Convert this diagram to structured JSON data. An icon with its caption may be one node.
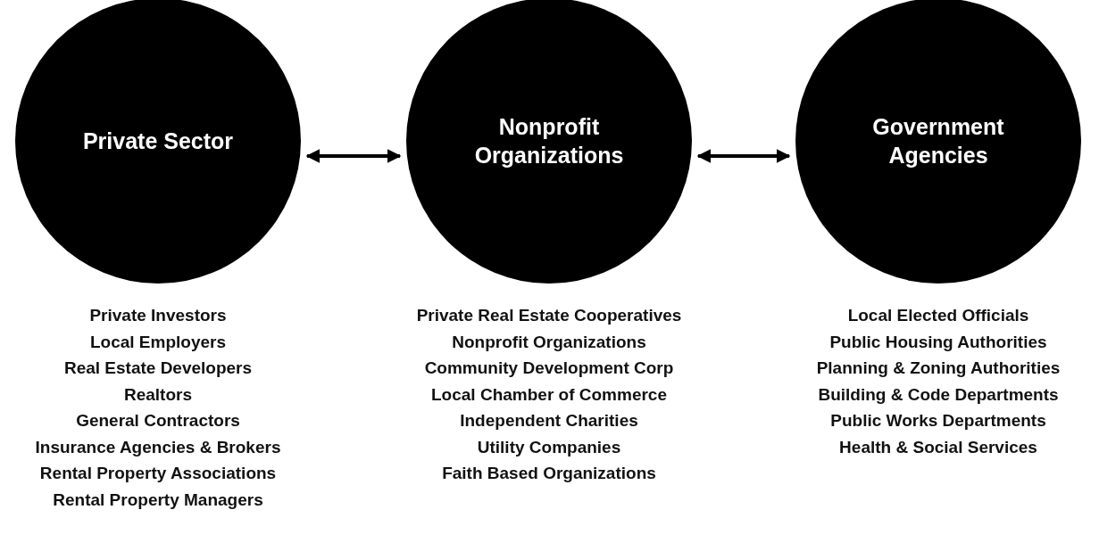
{
  "diagram": {
    "nodes": [
      {
        "text": [
          "Private Sector"
        ],
        "beside": [
          "Private Investors",
          "Local Employers",
          "Real Estate Developers",
          "Realtors",
          "General Contractors",
          "Insurance Agencies & Brokers",
          "Rental Property Associations",
          "Rental Property Managers"
        ]
      },
      {
        "text": [
          "Nonprofit Organizations"
        ],
        "beside": [
          "Private Real Estate Cooperatives",
          "Nonprofit Organizations",
          "Community Development Corp",
          "Local Chamber of Commerce",
          "Independent Charities",
          "Utility Companies",
          "Faith Based Organizations"
        ]
      },
      {
        "text": [
          "Government Agencies"
        ],
        "beside": [
          "Local Elected Officials",
          "Public Housing Authorities",
          "Planning & Zoning Authorities",
          "Building & Code Departments",
          "Public Works Departments",
          "Health & Social Services"
        ]
      }
    ],
    "edges": [
      {
        "from": 0,
        "to": 1,
        "arrow": "both"
      },
      {
        "from": 1,
        "to": 2,
        "arrow": "both"
      }
    ]
  }
}
